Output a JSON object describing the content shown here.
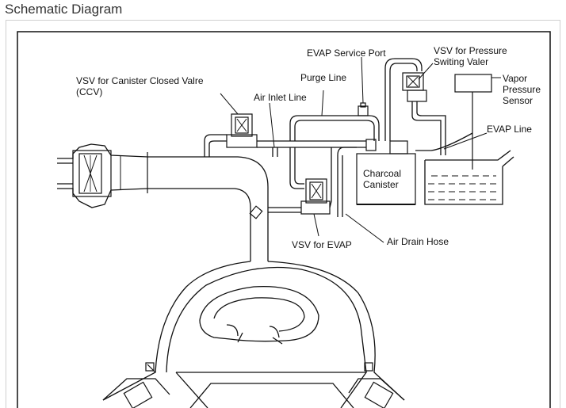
{
  "header": {
    "title": "Schematic Diagram"
  },
  "labels": {
    "evap_service_port": "EVAP Service Port",
    "vsv_pressure_1": "VSV for Pressure",
    "vsv_pressure_2": "Switing Valer",
    "vsv_ccv_1": "VSV for Canister Closed Valre",
    "vsv_ccv_2": "(CCV)",
    "purge_line": "Purge Line",
    "vapor_1": "Vapor",
    "vapor_2": "Pressure",
    "vapor_3": "Sensor",
    "air_inlet_line": "Air Inlet Line",
    "evap_line": "EVAP Line",
    "charcoal_1": "Charcoal",
    "charcoal_2": "Canister",
    "air_drain_hose": "Air Drain Hose",
    "vsv_evap": "VSV for EVAP"
  }
}
